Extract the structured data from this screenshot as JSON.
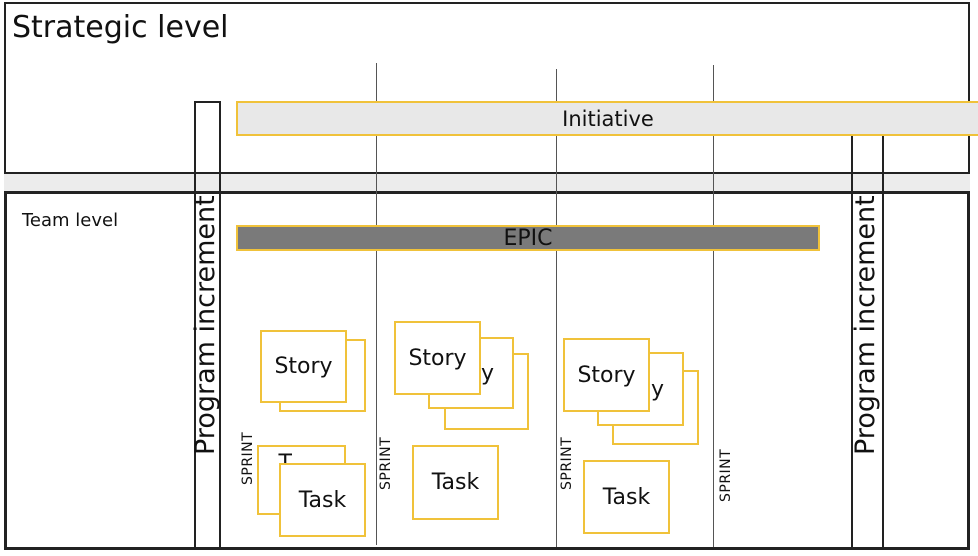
{
  "strategic": {
    "title": "Strategic level"
  },
  "team": {
    "title": "Team level"
  },
  "initiative": {
    "label": "Initiative"
  },
  "epic": {
    "label": "EPIC"
  },
  "program_increment": {
    "left_label": "Program increment",
    "right_label": "Program increment"
  },
  "sprints": {
    "labels": [
      "SPRINT",
      "SPRINT",
      "SPRINT",
      "SPRINT"
    ]
  },
  "cards": {
    "story_label": "Story",
    "task_label": "Task",
    "story_back_fragment": "y",
    "task_back_fragment": "T"
  },
  "colors": {
    "card_border": "#f0c23a",
    "epic_fill": "#7a7a7a",
    "initiative_fill": "#e8e8e8"
  }
}
